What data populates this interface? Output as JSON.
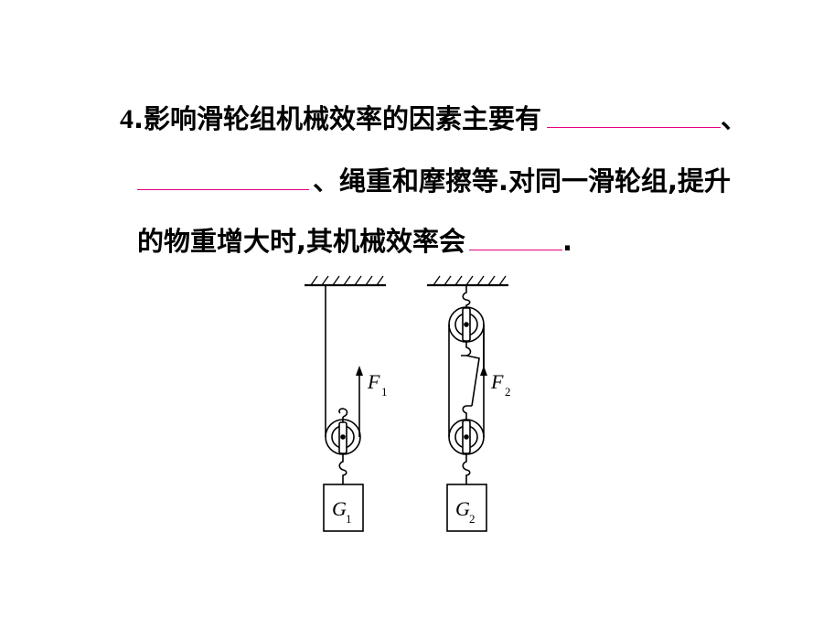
{
  "question": {
    "number": "4",
    "line1_text": ".影响滑轮组机械效率的因素主要有",
    "line1_tail": "、",
    "line2_text": "、绳重和摩擦等.对同一滑轮组,提升",
    "line3_text": "的物重增大时,其机械效率会",
    "line3_tail": "."
  },
  "diagram": {
    "left": {
      "force_label": "F",
      "force_sub": "1",
      "weight_label": "G",
      "weight_sub": "1"
    },
    "right": {
      "force_label": "F",
      "force_sub": "2",
      "weight_label": "G",
      "weight_sub": "2"
    }
  },
  "colors": {
    "blank_underline": "#e4007f",
    "ink": "#000000"
  }
}
